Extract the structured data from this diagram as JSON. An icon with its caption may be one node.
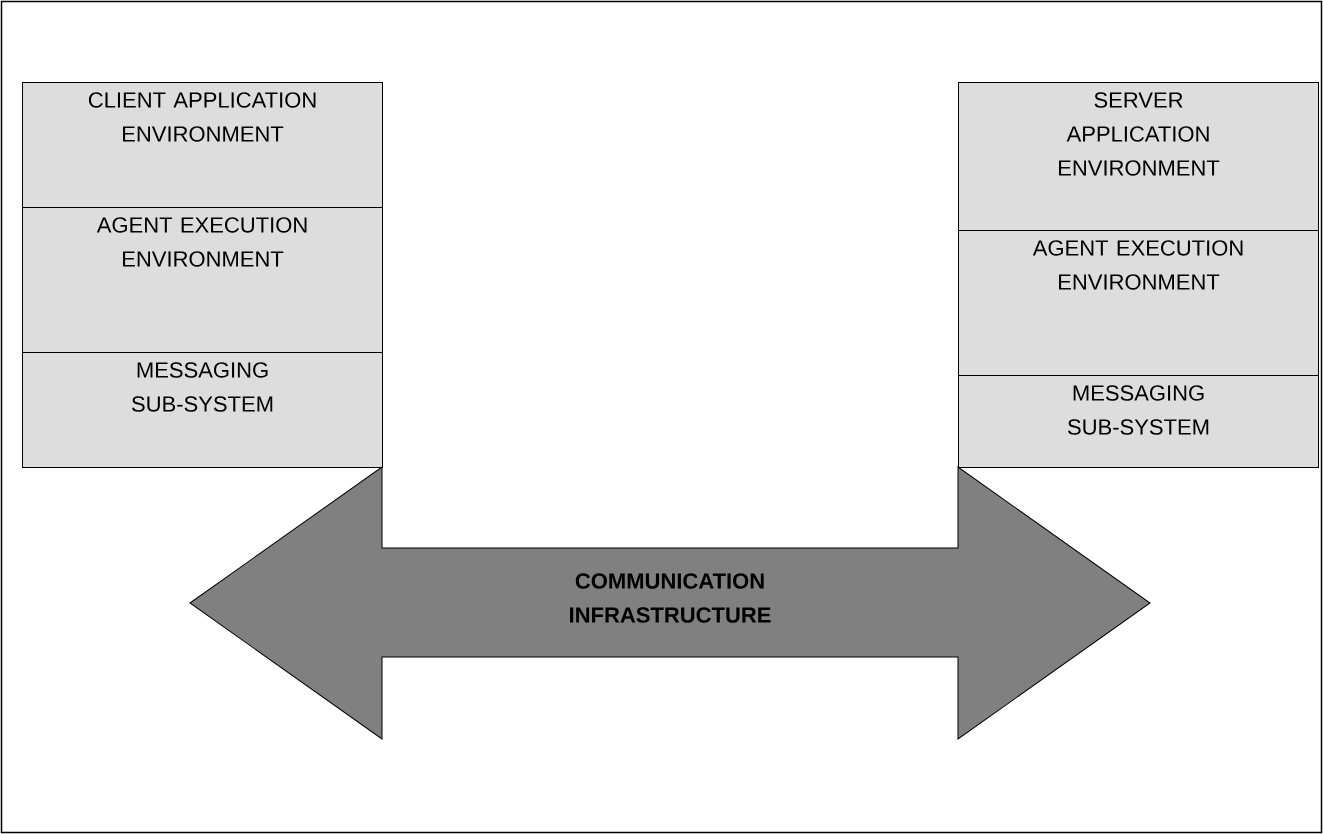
{
  "diagram": {
    "nodes": [
      {
        "text": [
          "CLIENT APPLICATION ENVIRONMENT"
        ]
      },
      {
        "text": [
          "AGENT EXECUTION ENVIRONMENT"
        ]
      },
      {
        "text": [
          "MESSAGING SUB-SYSTEM"
        ]
      },
      {
        "text": [
          "SERVER APPLICATION ENVIRONMENT"
        ]
      },
      {
        "text": [
          "AGENT EXECUTION ENVIRONMENT"
        ]
      },
      {
        "text": [
          "MESSAGING SUB-SYSTEM"
        ]
      },
      {
        "text": [
          "COMMUNICATION INFRASTRUCTURE"
        ]
      }
    ]
  }
}
